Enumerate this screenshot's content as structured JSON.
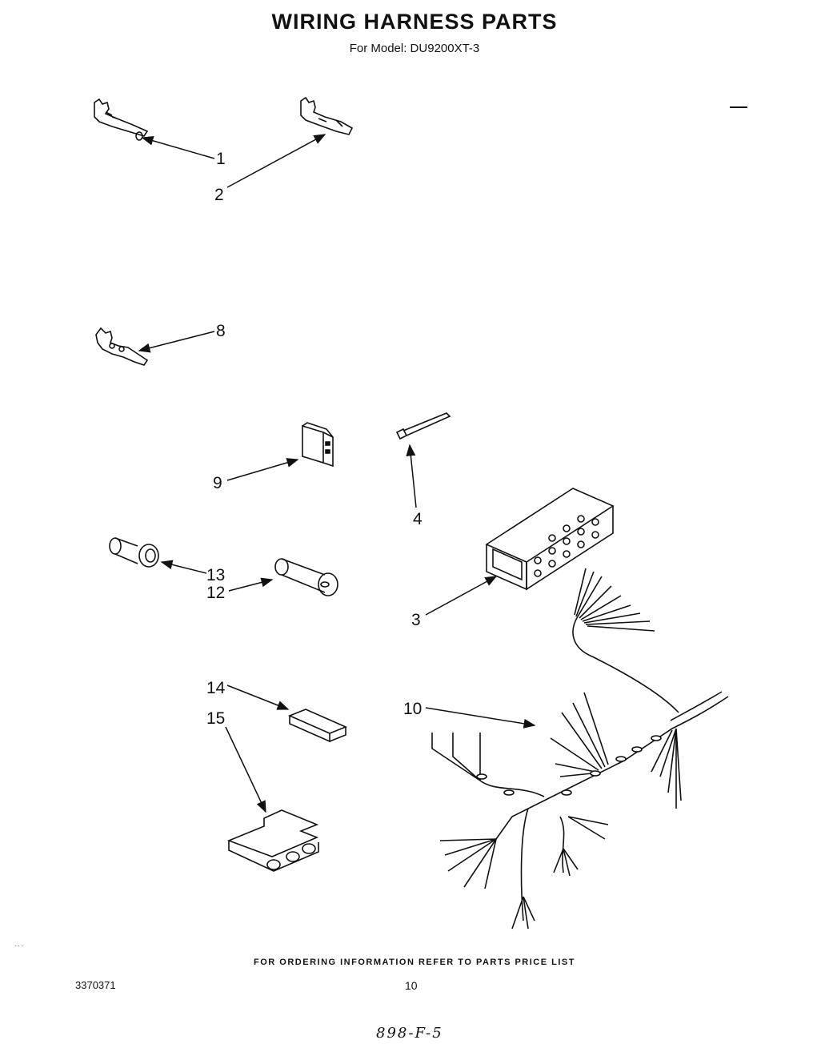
{
  "header": {
    "title": "WIRING HARNESS PARTS",
    "subtitle": "For Model: DU9200XT-3"
  },
  "callouts": {
    "c1": "1",
    "c2": "2",
    "c3": "3",
    "c4": "4",
    "c8": "8",
    "c9": "9",
    "c10": "10",
    "c12": "12",
    "c13": "13",
    "c14": "14",
    "c15": "15"
  },
  "footer": {
    "ordering_note": "FOR ORDERING INFORMATION REFER TO PARTS PRICE LIST",
    "doc_number": "3370371",
    "page_number": "10",
    "handwritten": "898-F-5"
  }
}
